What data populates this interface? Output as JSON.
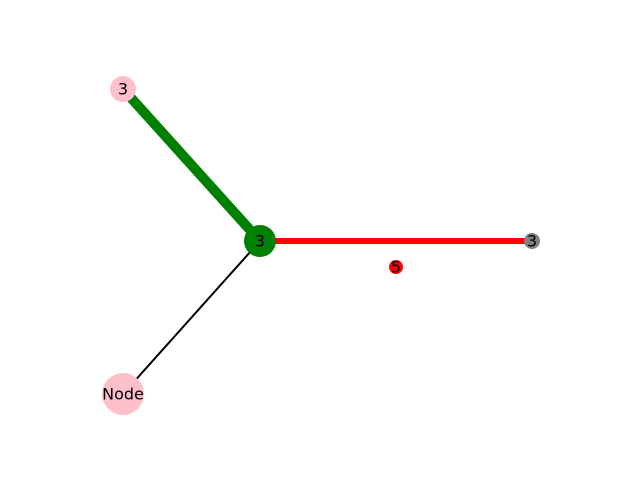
{
  "graph": {
    "nodes": [
      {
        "id": "center",
        "label": "3",
        "color": "#008000",
        "size": "large"
      },
      {
        "id": "top-left",
        "label": "3",
        "color": "#ffc0cb",
        "size": "small"
      },
      {
        "id": "right",
        "label": "3",
        "color": "#808080",
        "size": "tiny"
      },
      {
        "id": "bottom-left",
        "label": "Node",
        "color": "#ffc0cb",
        "size": "x-large"
      },
      {
        "id": "isolated",
        "label": "5",
        "color": "#ff0000",
        "size": "tiny"
      }
    ],
    "edges": [
      {
        "source": "center",
        "target": "top-left",
        "color": "#008000",
        "weight": "thick"
      },
      {
        "source": "center",
        "target": "right",
        "color": "#ff0000",
        "weight": "medium"
      },
      {
        "source": "center",
        "target": "bottom-left",
        "color": "#000000",
        "weight": "thin"
      }
    ]
  }
}
